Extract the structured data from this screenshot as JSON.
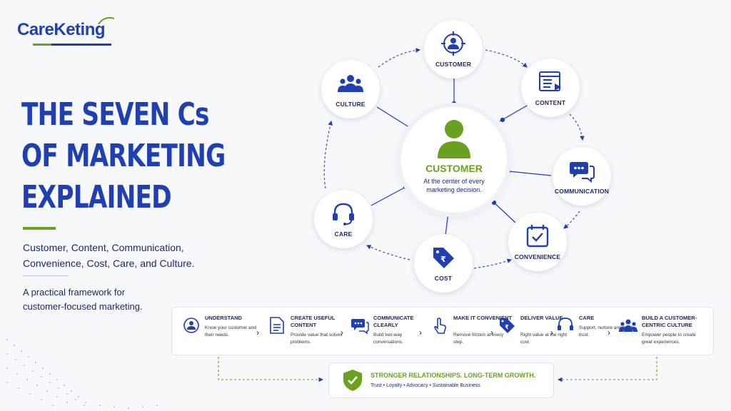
{
  "brand": {
    "name": "CareKeting"
  },
  "title": {
    "lines": [
      "THE SEVEN Cs",
      "OF MARKETING",
      "EXPLAINED"
    ]
  },
  "subtitle": "Customer, Content, Communication, Convenience, Cost, Care, and Culture.",
  "tagline": "A practical framework for customer-focused marketing.",
  "colors": {
    "primary": "#1f3fb3",
    "accent": "#6aa121",
    "text": "#1c2a6b"
  },
  "diagram": {
    "center": {
      "title": "CUSTOMER",
      "description": "At the center of every marketing decision.",
      "icon": "person-icon"
    },
    "nodes": [
      {
        "label": "CUSTOMER",
        "icon": "target-person-icon"
      },
      {
        "label": "CONTENT",
        "icon": "document-video-icon"
      },
      {
        "label": "COMMUNICATION",
        "icon": "chat-bubbles-icon"
      },
      {
        "label": "CONVENIENCE",
        "icon": "calendar-check-icon"
      },
      {
        "label": "COST",
        "icon": "rupee-tag-icon"
      },
      {
        "label": "CARE",
        "icon": "headset-icon"
      },
      {
        "label": "CULTURE",
        "icon": "people-group-icon"
      }
    ]
  },
  "steps": [
    {
      "title": "UNDERSTAND",
      "desc": "Know your customer and their needs.",
      "icon": "target-person-icon"
    },
    {
      "title": "CREATE USEFUL CONTENT",
      "desc": "Provide value that solves problems.",
      "icon": "document-icon"
    },
    {
      "title": "COMMUNICATE CLEARLY",
      "desc": "Build two-way conversations.",
      "icon": "chat-bubbles-icon"
    },
    {
      "title": "MAKE IT CONVENIENT",
      "desc": "Remove friction at every step.",
      "icon": "pointer-hand-icon"
    },
    {
      "title": "DELIVER VALUE",
      "desc": "Right value at the right cost.",
      "icon": "rupee-tag-icon"
    },
    {
      "title": "CARE",
      "desc": "Support, nurture and build trust.",
      "icon": "headset-icon"
    },
    {
      "title": "BUILD A CUSTOMER-CENTRIC CULTURE",
      "desc": "Empower people to create great experiences.",
      "icon": "people-group-icon"
    }
  ],
  "result": {
    "title": "STRONGER RELATIONSHIPS. LONG-TERM GROWTH.",
    "subtitle": "Trust • Loyalty • Advocacy • Sustainable Business",
    "icon": "shield-check-icon"
  }
}
